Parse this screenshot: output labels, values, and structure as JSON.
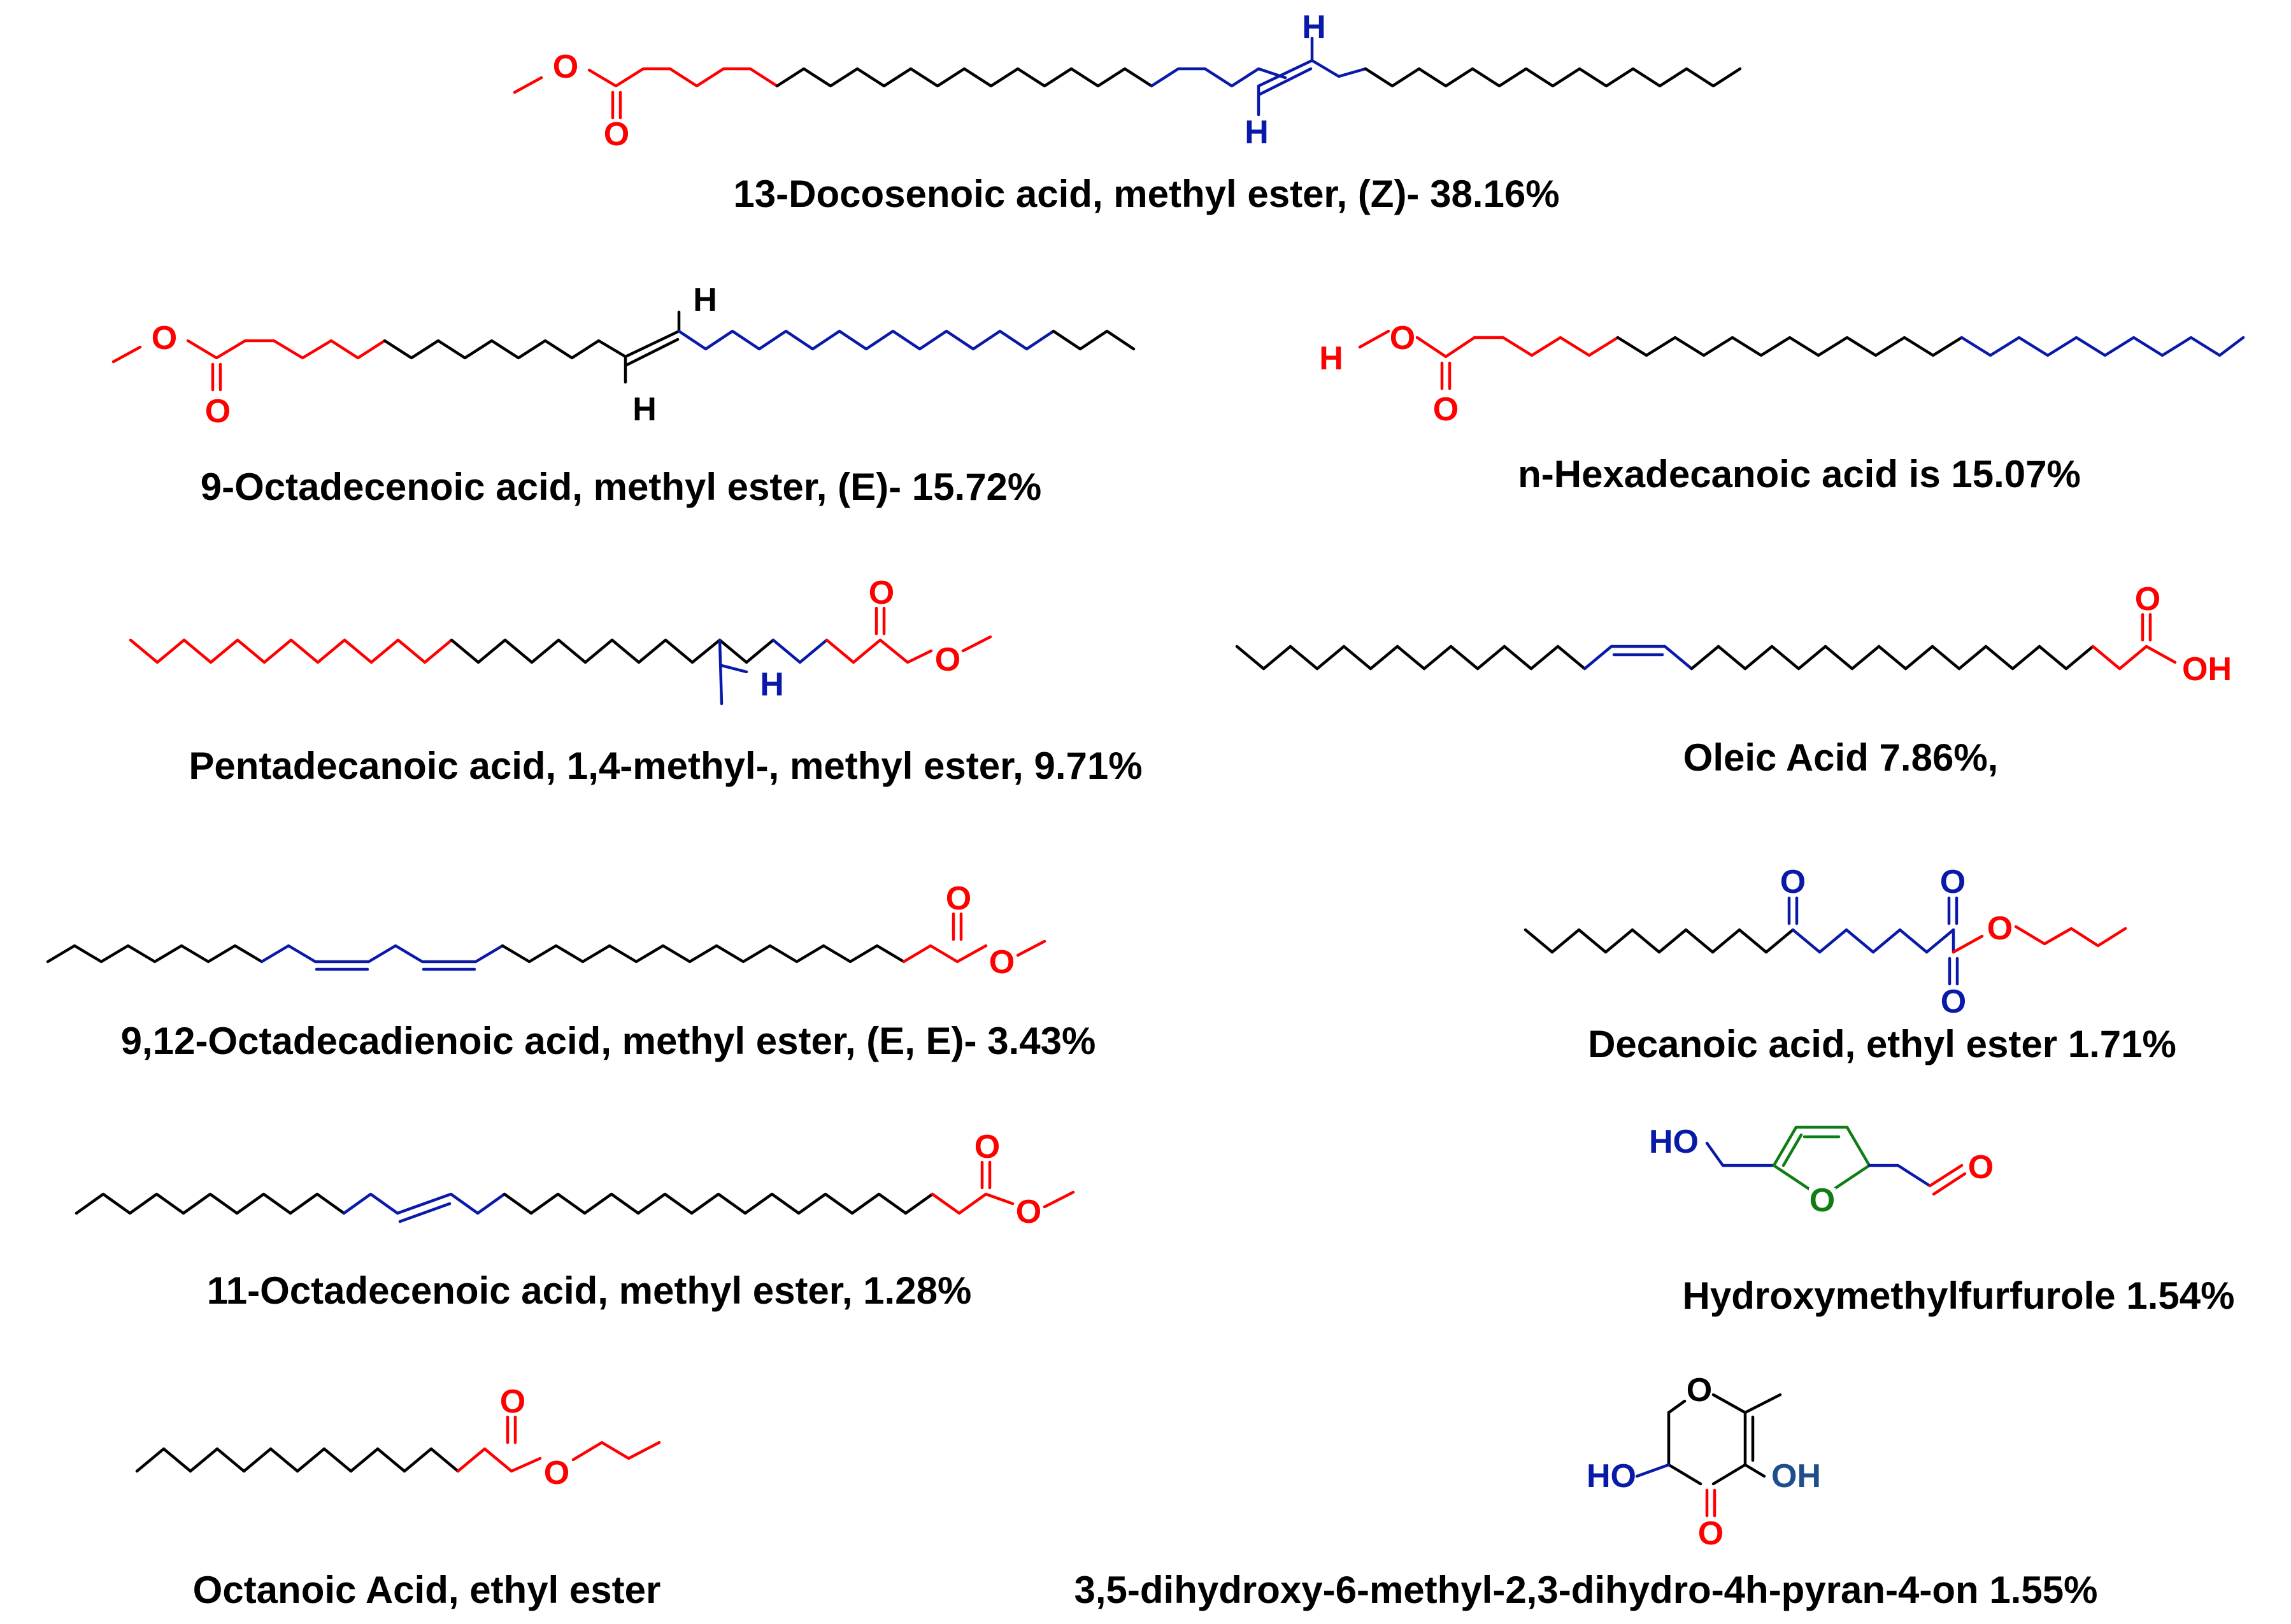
{
  "colors": {
    "black": "#000000",
    "red": "#ff0000",
    "blue": "#0a1aa8",
    "green": "#0f7d14",
    "navy": "#1f4e8c"
  },
  "compounds": [
    {
      "id": "c1",
      "caption": "13-Docosenoic acid, methyl ester, (Z)- 38.16%"
    },
    {
      "id": "c2",
      "caption": "9-Octadecenoic acid, methyl ester, (E)- 15.72%"
    },
    {
      "id": "c3",
      "caption": "n-Hexadecanoic acid is 15.07%"
    },
    {
      "id": "c4",
      "caption": "Pentadecanoic acid, 1,4-methyl-, methyl ester, 9.71%"
    },
    {
      "id": "c5",
      "caption": "Oleic Acid 7.86%,"
    },
    {
      "id": "c6",
      "caption": "9,12-Octadecadienoic acid, methyl ester, (E, E)- 3.43%"
    },
    {
      "id": "c7",
      "caption": "Decanoic acid, ethyl ester 1.71%"
    },
    {
      "id": "c8",
      "caption": "11-Octadecenoic acid, methyl ester, 1.28%"
    },
    {
      "id": "c9",
      "caption": "Hydroxymethylfurfurole 1.54%"
    },
    {
      "id": "c10",
      "caption": "Octanoic Acid, ethyl ester"
    },
    {
      "id": "c11",
      "caption": "3,5-dihydroxy-6-methyl-2,3-dihydro-4h-pyran-4-on 1.55%"
    }
  ],
  "atoms": {
    "oxygen": "O",
    "hydrogen": "H",
    "hydroxyl_right": "OH",
    "hydroxyl_left": "HO"
  }
}
